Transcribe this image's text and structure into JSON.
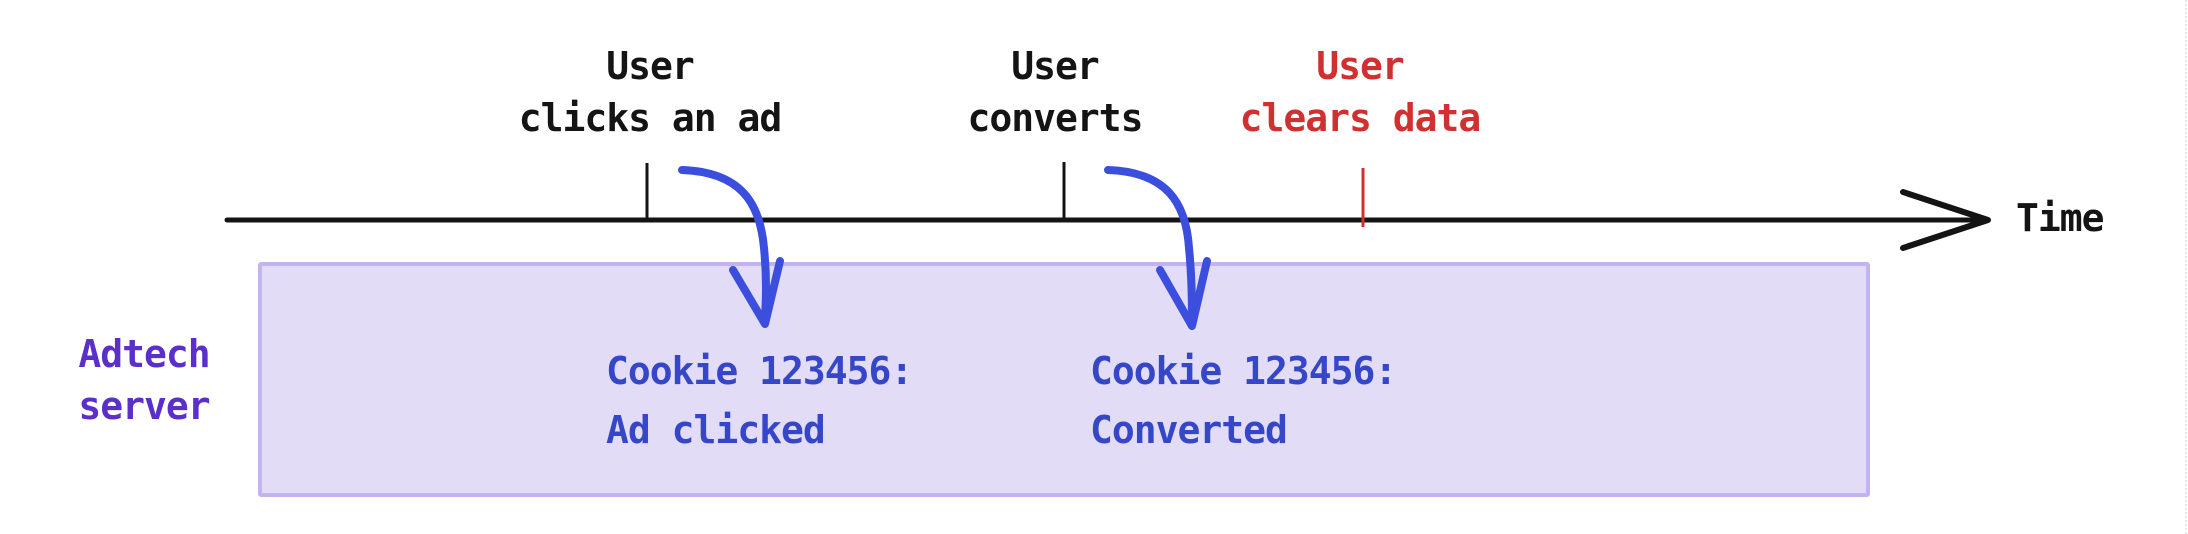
{
  "diagram": {
    "title_hint": "Cookie-based ad attribution timeline",
    "axis": {
      "label": "Time",
      "color": "#141414"
    },
    "events": [
      {
        "name": "click",
        "label": "User\nclicks an ad",
        "color": "#141414"
      },
      {
        "name": "convert",
        "label": "User\nconverts",
        "color": "#141414"
      },
      {
        "name": "clear",
        "label": "User\nclears data",
        "color": "#d03030"
      }
    ],
    "server": {
      "label": "Adtech\nserver",
      "label_color": "#5b2fc9",
      "box_fill": "#e2dcf6",
      "box_border": "#c3b4ef",
      "records": [
        {
          "name": "record-ad-clicked",
          "text": "Cookie 123456:\nAd clicked"
        },
        {
          "name": "record-converted",
          "text": "Cookie 123456:\nConverted"
        }
      ],
      "record_color": "#3547c8"
    },
    "arrows": {
      "color": "#3b4ede",
      "count": 2
    }
  }
}
